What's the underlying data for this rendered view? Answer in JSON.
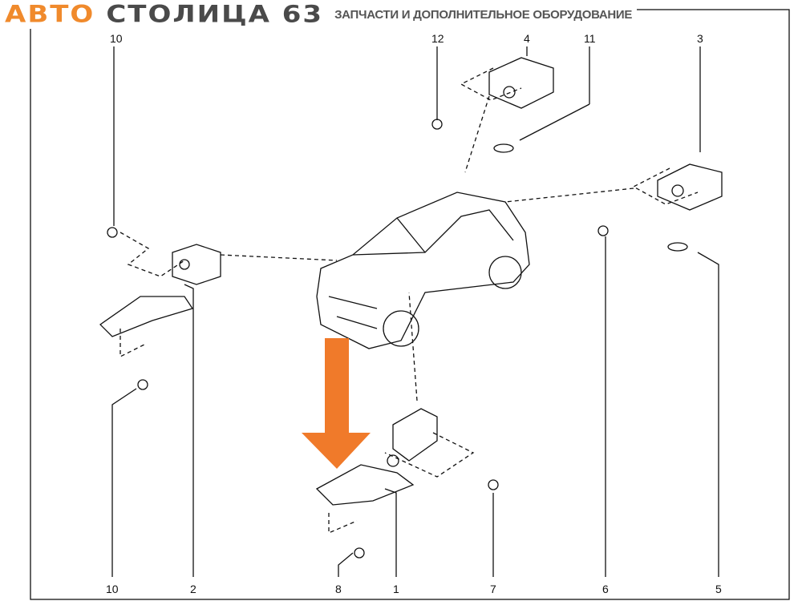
{
  "header": {
    "brand_part1": "АВТО",
    "brand_part2": "СТОЛИЦА 63",
    "tagline": "ЗАПЧАСТИ И ДОПОЛНИТЕЛЬНОЕ ОБОРУДОВАНИЕ"
  },
  "callouts": {
    "top": [
      "10",
      "12",
      "4",
      "11",
      "3"
    ],
    "bottom": [
      "10",
      "2",
      "8",
      "1",
      "7",
      "6",
      "5"
    ]
  },
  "colors": {
    "arrow": "#f07a2a",
    "line": "#111111"
  }
}
